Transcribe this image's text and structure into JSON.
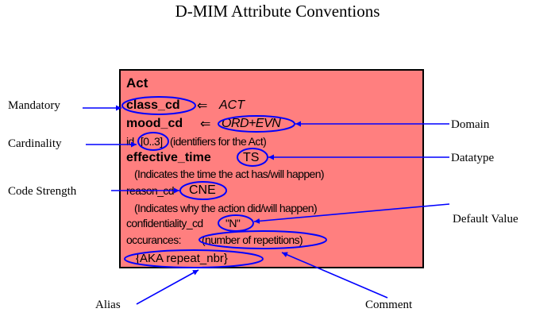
{
  "title": "D-MIM Attribute Conventions",
  "labels": {
    "mandatory": "Mandatory",
    "cardinality": "Cardinality",
    "code_strength": "Code Strength",
    "alias": "Alias",
    "domain": "Domain",
    "datatype": "Datatype",
    "default_value": "Default Value",
    "comment": "Comment"
  },
  "act": {
    "name": "Act",
    "class_cd": "class_cd",
    "class_cd_op": "⇐",
    "class_cd_value": "ACT",
    "mood_cd": "mood_cd",
    "mood_cd_op": "⇐",
    "mood_cd_value": "ORD+EVN",
    "id_attr": "id",
    "id_cardinality": "[0..3]",
    "id_comment": "(identifiers for the Act)",
    "effective_time": "effective_time",
    "effective_time_type": "TS",
    "effective_time_note": "(Indicates the time the act has/will happen)",
    "reason_cd": "reason_cd",
    "reason_cd_strength": "CNE",
    "reason_cd_note": "(Indicates why the action did/will happen)",
    "confidentiality_cd": "confidentiality_cd",
    "confidentiality_default": "\"N\"",
    "occurances": "occurances:",
    "occurances_comment": "(number of repetitions)",
    "alias": "{AKA repeat_nbr}"
  },
  "colors": {
    "box_fill": "#ff7f7f",
    "annotation": "#0000ff"
  }
}
